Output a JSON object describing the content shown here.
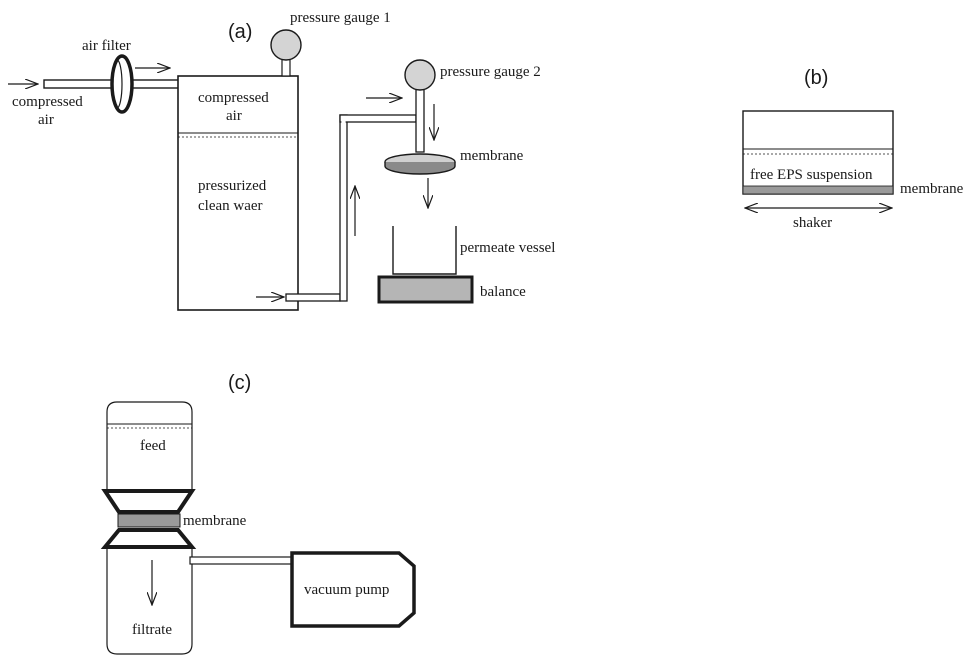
{
  "panel_a": {
    "label": "(a)",
    "air_filter": "air filter",
    "compressed_air_in": [
      "compressed",
      "air"
    ],
    "pressure_gauge_1": "pressure gauge 1",
    "pressure_gauge_2": "pressure gauge 2",
    "tank_top": [
      "compressed",
      "air"
    ],
    "tank_bottom": [
      "pressurized",
      "clean waer"
    ],
    "membrane": "membrane",
    "permeate_vessel": "permeate vessel",
    "balance": "balance"
  },
  "panel_b": {
    "label": "(b)",
    "suspension": "free EPS suspension",
    "membrane": "membrane",
    "shaker": "shaker"
  },
  "panel_c": {
    "label": "(c)",
    "feed": "feed",
    "membrane": "membrane",
    "filtrate": "filtrate",
    "vacuum_pump": "vacuum pump"
  },
  "colors": {
    "stroke": "#1a1a1a",
    "membrane_fill": "#9a9a9a",
    "gauge_fill": "#d4d4d4",
    "balance_fill": "#b5b5b5"
  },
  "icons": {
    "gauge": "circle-gauge-icon",
    "filter": "disc-filter-icon",
    "arrow": "flow-arrow-icon"
  }
}
